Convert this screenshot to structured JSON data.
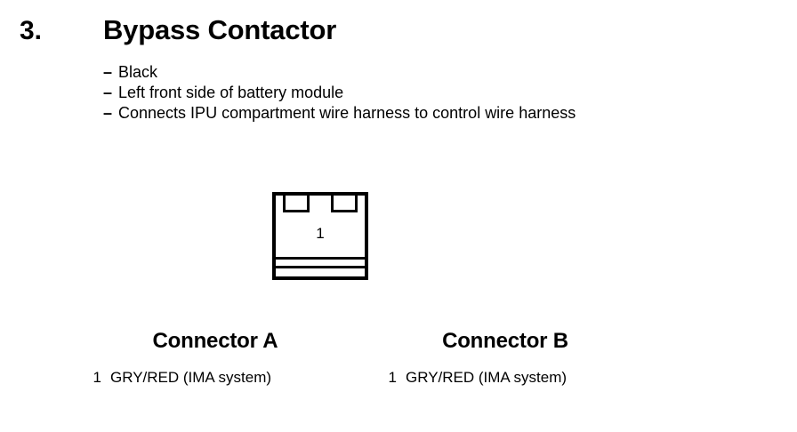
{
  "item": {
    "number": "3.",
    "title": "Bypass Contactor"
  },
  "bullets": [
    {
      "dash": "–",
      "text": "Black"
    },
    {
      "dash": "–",
      "text": "Left front side of battery module"
    },
    {
      "dash": "–",
      "text": "Connects IPU compartment wire harness to control wire harness"
    }
  ],
  "symbol": {
    "pin_label": "1"
  },
  "connectors": [
    {
      "heading": "Connector A",
      "pins": [
        {
          "id": "1",
          "desc": "GRY/RED (IMA system)"
        }
      ]
    },
    {
      "heading": "Connector B",
      "pins": [
        {
          "id": "1",
          "desc": "GRY/RED (IMA system)"
        }
      ]
    }
  ]
}
